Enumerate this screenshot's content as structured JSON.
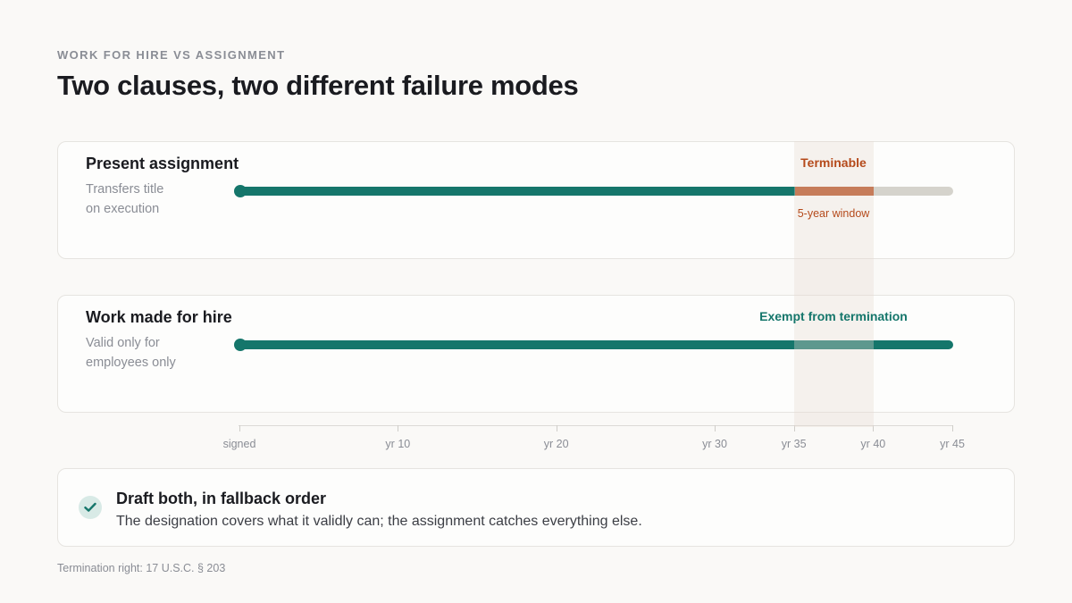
{
  "eyebrow": "WORK FOR HIRE VS ASSIGNMENT",
  "title": "Two clauses, two different failure modes",
  "rows": [
    {
      "title": "Present assignment",
      "subtitle_line1": "Transfers title",
      "subtitle_line2": "on execution",
      "label_top": "Terminable",
      "label_bottom": "5-year window"
    },
    {
      "title": "Work made for hire",
      "subtitle_line1": "Valid only for",
      "subtitle_line2": "employees only",
      "label_top": "Exempt from termination"
    }
  ],
  "axis": {
    "ticks": [
      "signed",
      "yr 10",
      "yr 20",
      "yr 30",
      "yr 35",
      "yr 40",
      "yr 45"
    ]
  },
  "callout": {
    "title": "Draft both, in fallback order",
    "body": "The designation covers what it validly can; the assignment catches everything else."
  },
  "footnote": "Termination right: 17 U.S.C. § 203",
  "colors": {
    "teal": "#15766b",
    "rust": "#b54a1b",
    "grey_track": "#d5d3cc",
    "window_band": "#efe9e4"
  },
  "icons": {
    "callout": "check-icon"
  },
  "chart_data": {
    "type": "timeline",
    "x_unit": "years",
    "x_range": [
      0,
      45
    ],
    "ticks": [
      0,
      10,
      20,
      30,
      35,
      40,
      45
    ],
    "window": [
      35,
      40
    ],
    "series": [
      {
        "name": "Present assignment",
        "segments": [
          {
            "from": 0,
            "to": 35,
            "color": "#15766b"
          },
          {
            "from": 35,
            "to": 40,
            "color": "#b54a1b"
          },
          {
            "from": 40,
            "to": 45,
            "color": "#d5d3cc"
          }
        ]
      },
      {
        "name": "Work made for hire",
        "segments": [
          {
            "from": 0,
            "to": 45,
            "color": "#15766b"
          }
        ]
      }
    ]
  }
}
